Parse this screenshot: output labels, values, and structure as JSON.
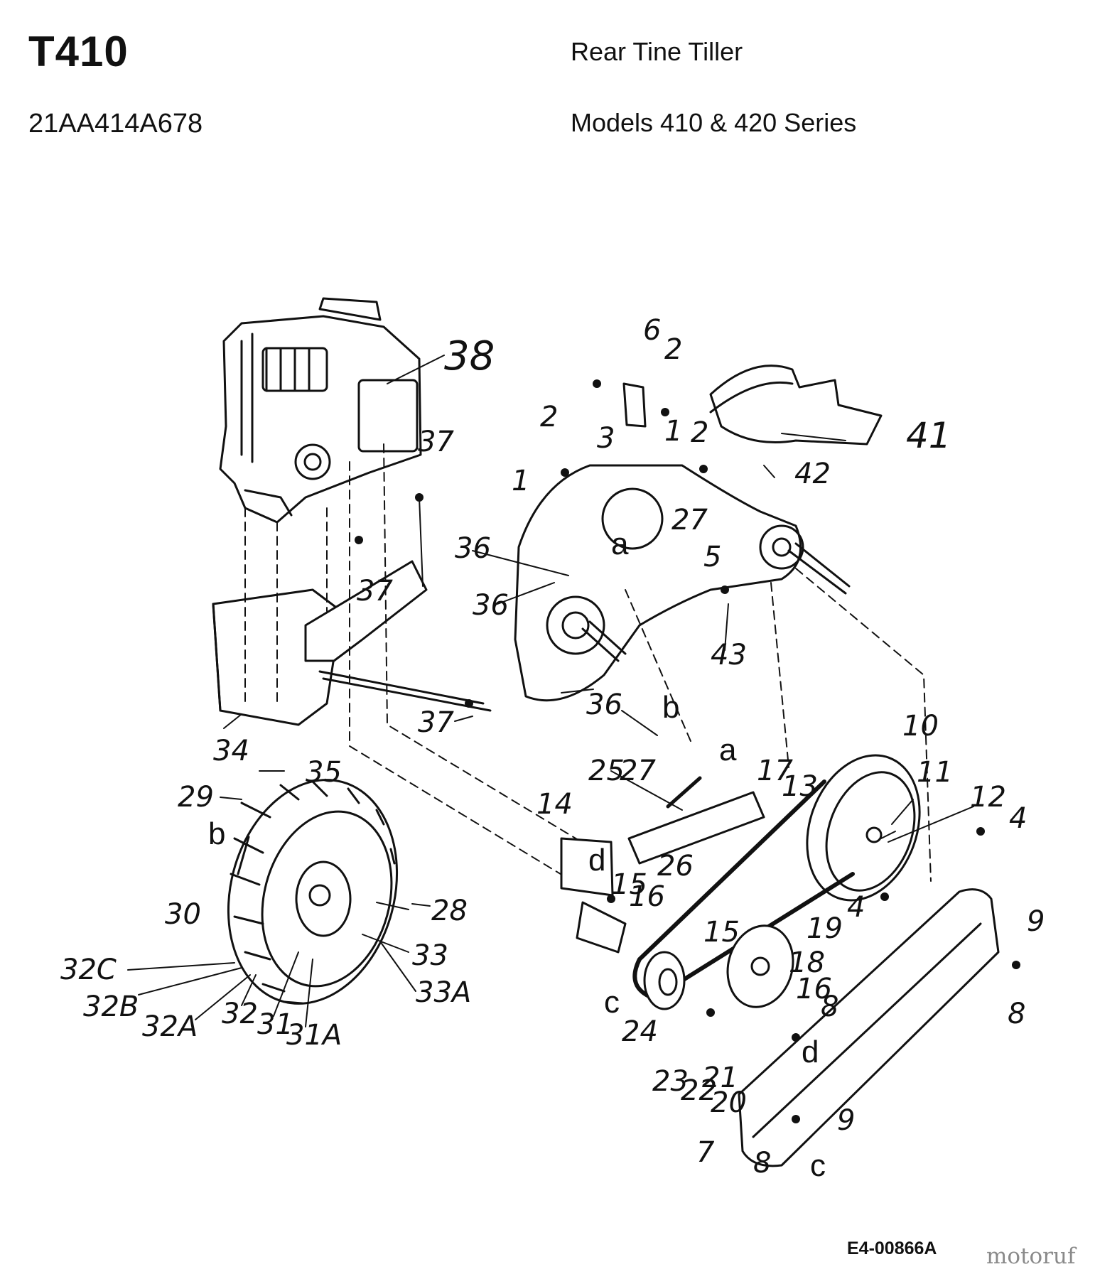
{
  "header": {
    "model_code": "T410",
    "part_number": "21AA414A678",
    "product_name": "Rear Tine Tiller",
    "product_series": "Models 410 & 420 Series"
  },
  "footer": {
    "diagram_id": "E4-00866A",
    "watermark": "motoruf"
  },
  "callouts": [
    {
      "id": "c38",
      "text": "38"
    },
    {
      "id": "c6",
      "text": "6"
    },
    {
      "id": "c2a",
      "text": "2"
    },
    {
      "id": "c2b",
      "text": "2"
    },
    {
      "id": "c2c",
      "text": "2"
    },
    {
      "id": "c41",
      "text": "41"
    },
    {
      "id": "c42",
      "text": "42"
    },
    {
      "id": "c37a",
      "text": "37"
    },
    {
      "id": "c3",
      "text": "3"
    },
    {
      "id": "c1a",
      "text": "1"
    },
    {
      "id": "c1b",
      "text": "1"
    },
    {
      "id": "c27a",
      "text": "27"
    },
    {
      "id": "c5",
      "text": "5"
    },
    {
      "id": "c36a",
      "text": "36"
    },
    {
      "id": "c36b",
      "text": "36"
    },
    {
      "id": "c36c",
      "text": "36"
    },
    {
      "id": "c37b",
      "text": "37"
    },
    {
      "id": "c43",
      "text": "43"
    },
    {
      "id": "c37c",
      "text": "37"
    },
    {
      "id": "c34",
      "text": "34"
    },
    {
      "id": "c35",
      "text": "35"
    },
    {
      "id": "c29",
      "text": "29"
    },
    {
      "id": "c10",
      "text": "10"
    },
    {
      "id": "c11",
      "text": "11"
    },
    {
      "id": "c12",
      "text": "12"
    },
    {
      "id": "c13",
      "text": "13"
    },
    {
      "id": "c17",
      "text": "17"
    },
    {
      "id": "c25",
      "text": "25"
    },
    {
      "id": "c27b",
      "text": "27"
    },
    {
      "id": "c14",
      "text": "14"
    },
    {
      "id": "c26",
      "text": "26"
    },
    {
      "id": "c4a",
      "text": "4"
    },
    {
      "id": "c4b",
      "text": "4"
    },
    {
      "id": "c15a",
      "text": "15"
    },
    {
      "id": "c16a",
      "text": "16"
    },
    {
      "id": "c15b",
      "text": "15"
    },
    {
      "id": "c19",
      "text": "19"
    },
    {
      "id": "c18",
      "text": "18"
    },
    {
      "id": "c16b",
      "text": "16"
    },
    {
      "id": "c8a",
      "text": "8"
    },
    {
      "id": "c9a",
      "text": "9"
    },
    {
      "id": "c8b",
      "text": "8"
    },
    {
      "id": "c28",
      "text": "28"
    },
    {
      "id": "c30",
      "text": "30"
    },
    {
      "id": "c33",
      "text": "33"
    },
    {
      "id": "c33A",
      "text": "33A"
    },
    {
      "id": "c32C",
      "text": "32C"
    },
    {
      "id": "c32B",
      "text": "32B"
    },
    {
      "id": "c32A",
      "text": "32A"
    },
    {
      "id": "c32",
      "text": "32"
    },
    {
      "id": "c31",
      "text": "31"
    },
    {
      "id": "c31A",
      "text": "31A"
    },
    {
      "id": "c24",
      "text": "24"
    },
    {
      "id": "c23",
      "text": "23"
    },
    {
      "id": "c22",
      "text": "22"
    },
    {
      "id": "c21",
      "text": "21"
    },
    {
      "id": "c20",
      "text": "20"
    },
    {
      "id": "c7",
      "text": "7"
    },
    {
      "id": "c8c",
      "text": "8"
    },
    {
      "id": "c9b",
      "text": "9"
    }
  ],
  "reference_letters": [
    {
      "id": "ra1",
      "text": "a"
    },
    {
      "id": "ra2",
      "text": "a"
    },
    {
      "id": "rb1",
      "text": "b"
    },
    {
      "id": "rb2",
      "text": "b"
    },
    {
      "id": "rc1",
      "text": "c"
    },
    {
      "id": "rc2",
      "text": "c"
    },
    {
      "id": "rd1",
      "text": "d"
    },
    {
      "id": "rd2",
      "text": "d"
    }
  ]
}
